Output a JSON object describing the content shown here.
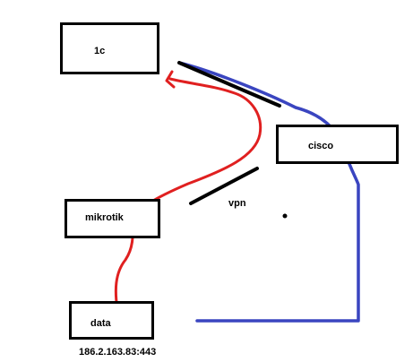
{
  "diagram": {
    "nodes": {
      "onec": {
        "label": "1c"
      },
      "cisco": {
        "label": "cisco"
      },
      "mikrotik": {
        "label": "mikrotik"
      },
      "data": {
        "label": "data"
      }
    },
    "vpn_label": "vpn",
    "address": "186.2.163.83:443",
    "colors": {
      "red_path": "#e02020",
      "blue_path": "#3a45c0",
      "black_line": "#000000"
    }
  }
}
